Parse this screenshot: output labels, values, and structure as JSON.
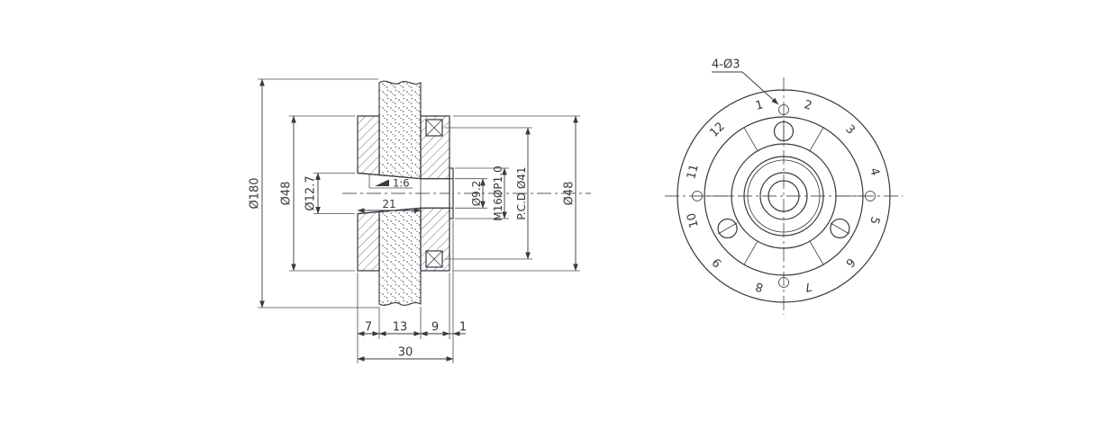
{
  "drawing": {
    "side_view": {
      "labels": {
        "outer_dia": "Ø180",
        "flange_dia_left": "Ø48",
        "bore_dia": "Ø12.7",
        "taper": "1:6",
        "taper_length": "21",
        "small_bore_dia": "Ø9.2",
        "thread": "M16ØP1.0",
        "pitch_circle": "P.C.D Ø41",
        "flange_dia_right": "Ø48",
        "width_left_flange": "7",
        "width_wheel": "13",
        "width_right_flange": "9",
        "width_boss": "1",
        "width_total": "30"
      }
    },
    "front_view": {
      "hole_callout": "4-Ø3",
      "dial_numbers": [
        "1",
        "2",
        "3",
        "4",
        "5",
        "6",
        "7",
        "8",
        "9",
        "10",
        "11",
        "12"
      ]
    },
    "colors": {
      "line": "#343a40",
      "background": "#ffffff"
    }
  }
}
